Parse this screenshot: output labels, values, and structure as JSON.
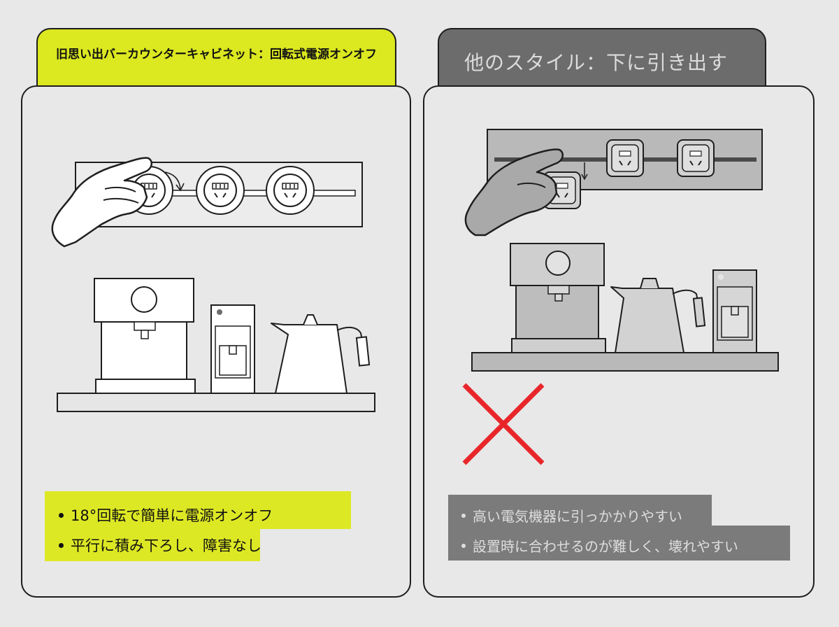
{
  "left": {
    "tab_title": "旧思い出バーカウンターキャビネット：回転式電源オンオフ",
    "bullets": [
      "18°回転で簡単に電源オンオフ",
      "平行に積み下ろし、障害なし"
    ]
  },
  "right": {
    "tab_title": "他のスタイル：下に引き出す",
    "bullets": [
      "高い電気機器に引っかかりやすい",
      "設置時に合わせるのが難しく、壊れやすい"
    ]
  },
  "colors": {
    "accent_yellow": "#dce820",
    "tab_gray": "#6c6c6c",
    "background": "#e8e8e8",
    "cross_red": "#e8262a",
    "outline": "#1e1e1e"
  },
  "icons": [
    "hand-icon",
    "rotation-arrow-icon",
    "socket-icon",
    "down-arrow-icon",
    "cross-icon"
  ]
}
